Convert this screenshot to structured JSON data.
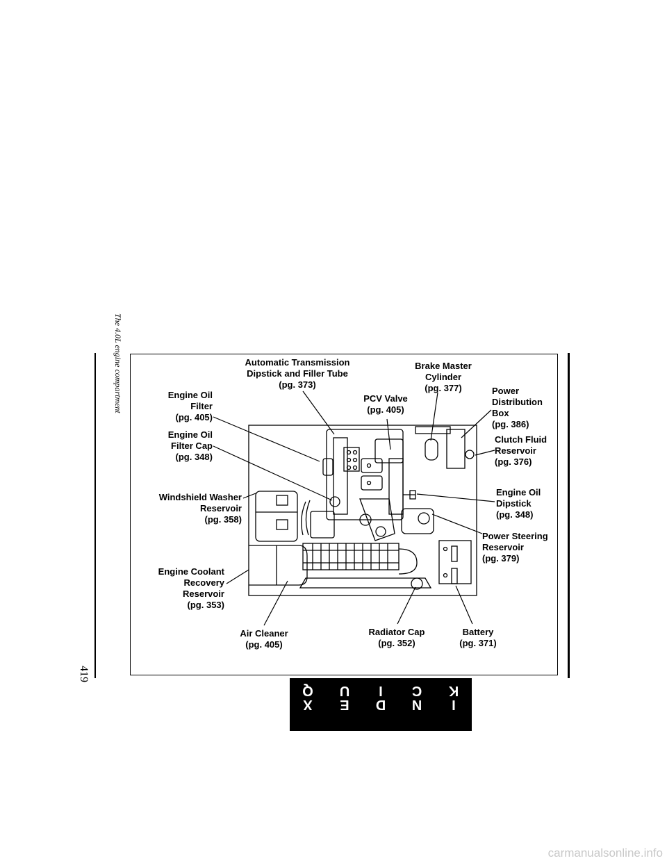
{
  "page": {
    "number": "419",
    "caption": "The 4.0L engine compartment"
  },
  "labels": {
    "atf": [
      "Automatic Transmission",
      "Dipstick and Filler Tube",
      "(pg. 373)"
    ],
    "brake": [
      "Brake Master",
      "Cylinder",
      "(pg. 377)"
    ],
    "power_dist": [
      "Power",
      "Distribution",
      "Box",
      "(pg. 386)"
    ],
    "pcv": [
      "PCV Valve",
      "(pg. 405)"
    ],
    "oil_filter": [
      "Engine Oil",
      "Filter",
      "(pg. 405)"
    ],
    "oil_cap": [
      "Engine Oil",
      "Filter Cap",
      "(pg. 348)"
    ],
    "clutch": [
      "Clutch Fluid",
      "Reservoir",
      "(pg. 376)"
    ],
    "washer": [
      "Windshield Washer",
      "Reservoir",
      "(pg. 358)"
    ],
    "dipstick": [
      "Engine Oil",
      "Dipstick",
      "(pg. 348)"
    ],
    "power_steering": [
      "Power Steering",
      "Reservoir",
      "(pg. 379)"
    ],
    "coolant": [
      "Engine Coolant",
      "Recovery",
      "Reservoir",
      "(pg. 353)"
    ],
    "air_cleaner": [
      "Air Cleaner",
      "(pg. 405)"
    ],
    "radiator": [
      "Radiator Cap",
      "(pg. 352)"
    ],
    "battery": [
      "Battery",
      "(pg. 371)"
    ]
  },
  "quick_index": {
    "row1": [
      "Q",
      "U",
      "I",
      "C",
      "K"
    ],
    "row2": [
      "I",
      "N",
      "D",
      "E",
      "X"
    ]
  },
  "watermark": "carmanualsonline.info"
}
